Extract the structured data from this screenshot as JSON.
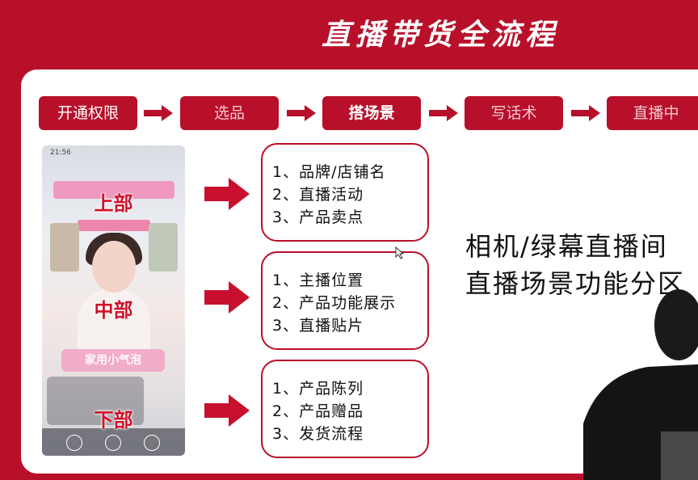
{
  "title": "直播带货全流程",
  "flow": {
    "steps": [
      "开通权限",
      "选品",
      "搭场景",
      "写话术",
      "直播中"
    ],
    "active_index": 2
  },
  "phone": {
    "status_time": "21:56",
    "sticker_text": "家用小气泡"
  },
  "regions": [
    {
      "label": "上部",
      "items": [
        "1、品牌/店铺名",
        "2、直播活动",
        "3、产品卖点"
      ]
    },
    {
      "label": "中部",
      "items": [
        "1、主播位置",
        "2、产品功能展示",
        "3、直播贴片"
      ]
    },
    {
      "label": "下部",
      "items": [
        "1、产品陈列",
        "2、产品赠品",
        "3、发货流程"
      ]
    }
  ],
  "headline": {
    "line1": "相机/绿幕直播间",
    "line2": "直播场景功能分区"
  },
  "colors": {
    "brand_red": "#b8102a",
    "label_red": "#d3102a"
  }
}
